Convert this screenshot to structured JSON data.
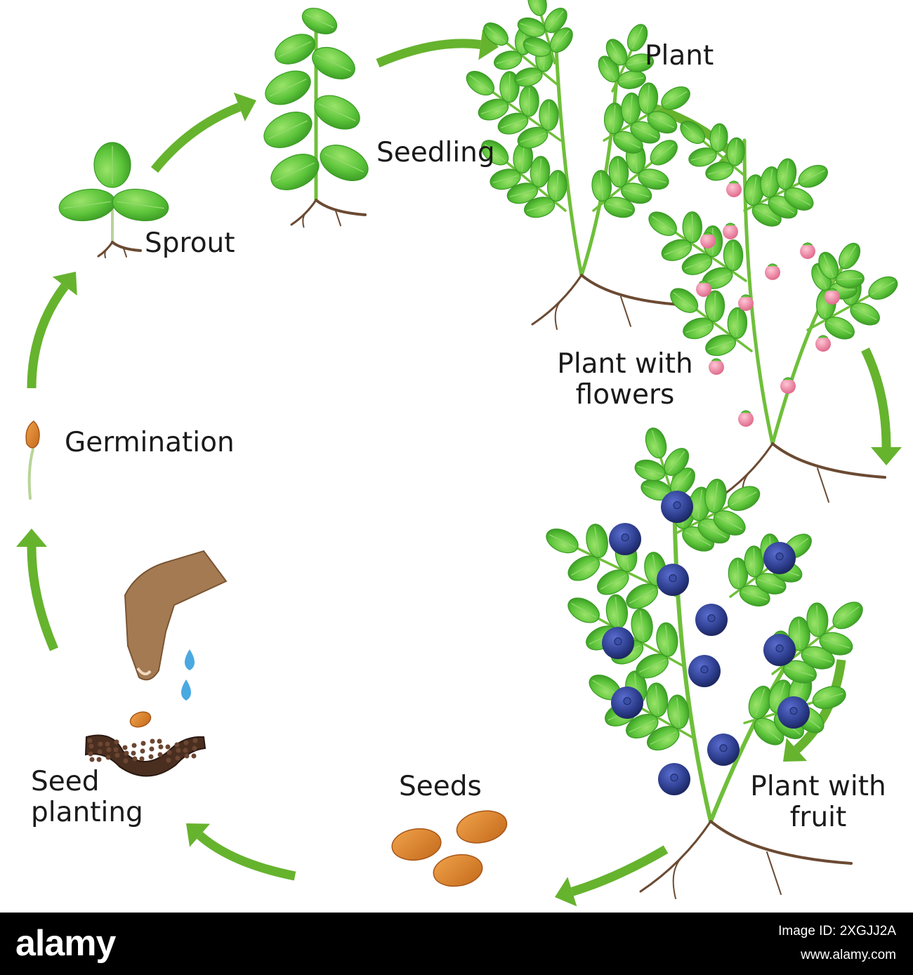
{
  "diagram": {
    "stages": [
      {
        "id": "seed-planting",
        "label_lines": [
          "Seed",
          "planting"
        ]
      },
      {
        "id": "germination",
        "label_lines": [
          "Germination"
        ]
      },
      {
        "id": "sprout",
        "label_lines": [
          "Sprout"
        ]
      },
      {
        "id": "seedling",
        "label_lines": [
          "Seedling"
        ]
      },
      {
        "id": "plant",
        "label_lines": [
          "Plant"
        ]
      },
      {
        "id": "plant-with-flowers",
        "label_lines": [
          "Plant with",
          "flowers"
        ]
      },
      {
        "id": "plant-with-fruit",
        "label_lines": [
          "Plant with",
          "fruit"
        ]
      },
      {
        "id": "seeds",
        "label_lines": [
          "Seeds"
        ]
      }
    ],
    "colors": {
      "arrow": "#66b32e",
      "leaf": "#5cc43a",
      "leaf_dark": "#3a9a24",
      "stem": "#6fbf3a",
      "root": "#6b4a32",
      "flower": "#ee8aa5",
      "berry": "#2c3c8c",
      "seed": "#d9822b",
      "soil": "#4a2e20",
      "hand": "#a47a52",
      "water": "#49a9e0"
    }
  },
  "footer": {
    "brand": "alamy",
    "image_id_line": "Image ID: 2XGJJ2A",
    "url": "www.alamy.com"
  }
}
